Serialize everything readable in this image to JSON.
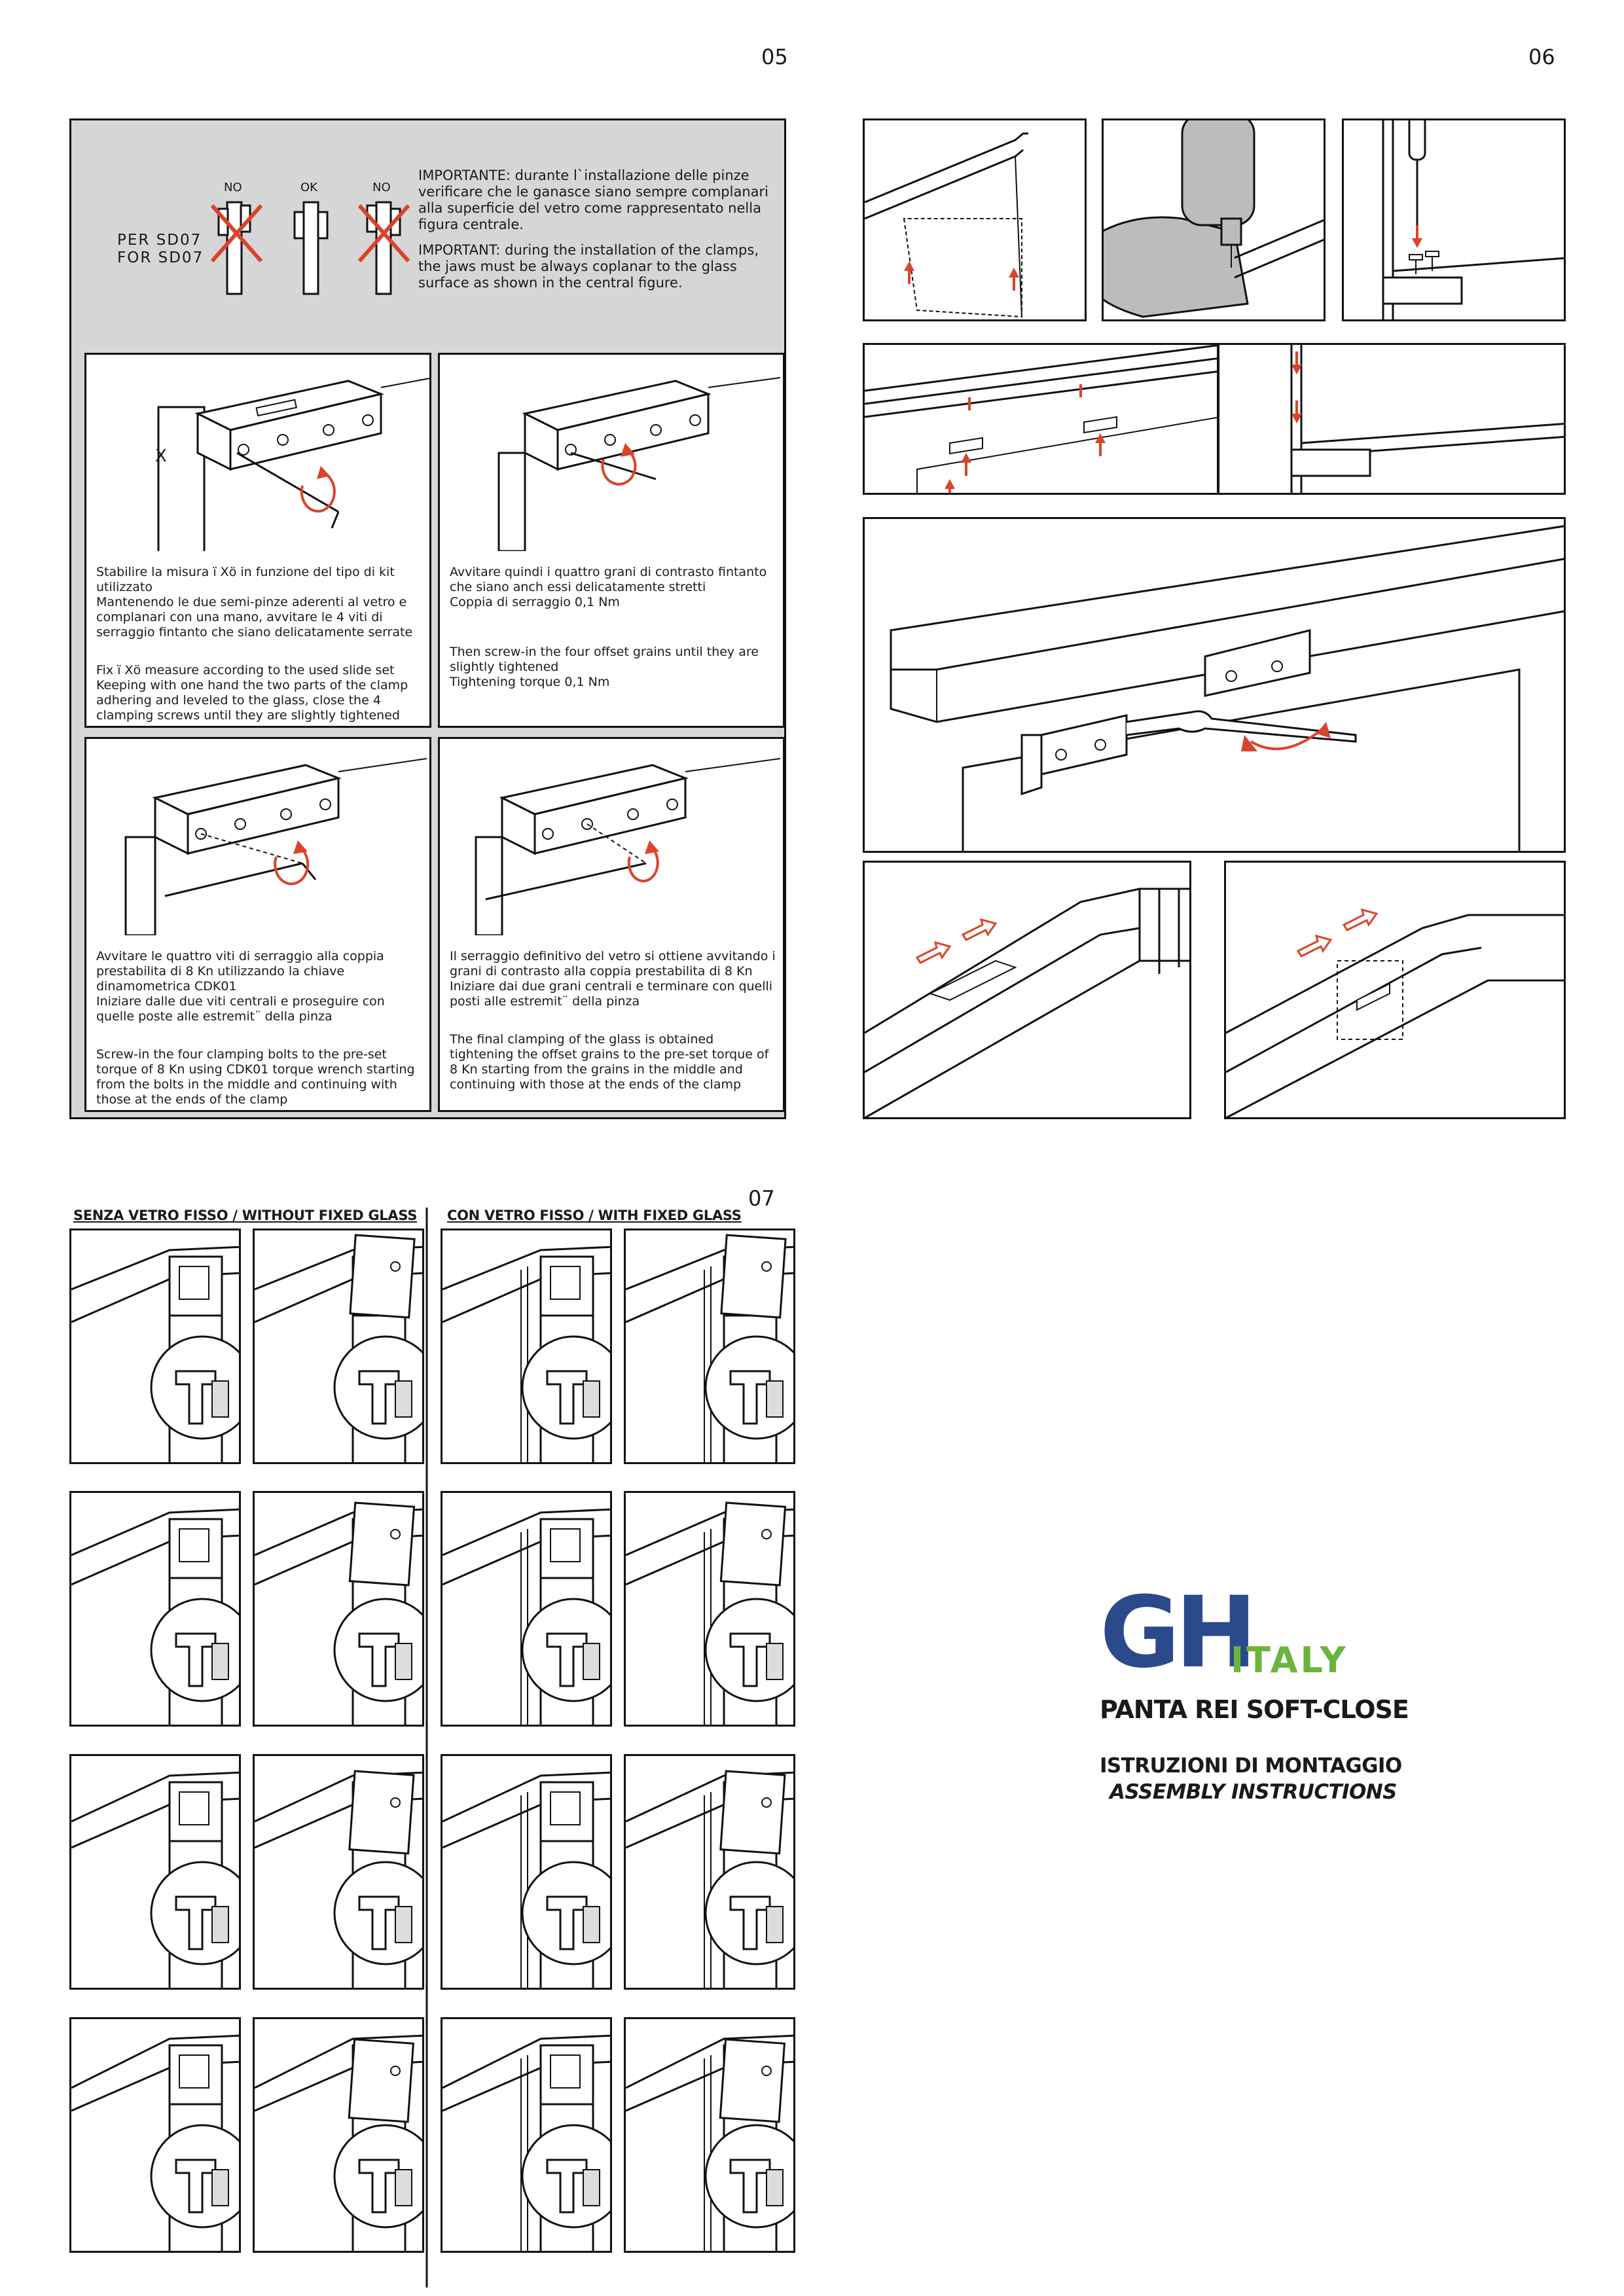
{
  "pages": {
    "p05": "05",
    "p06": "06",
    "p07": "07"
  },
  "important": {
    "per": "PER SD07",
    "for": "FOR SD07",
    "no1": "NO",
    "ok": "OK",
    "no2": "NO",
    "it": "IMPORTANTE: durante l`installazione delle pinze verificare che le ganasce siano sempre complanari alla superficie del vetro come rappresentato nella figura centrale.",
    "en": "IMPORTANT: during the installation of the clamps, the jaws must be always coplanar to the glass surface as shown in the central figure."
  },
  "steps": [
    {
      "it": "Stabilire la misura ï Xö in funzione del tipo di kit utilizzato\nMantenendo le due semi-pinze aderenti al vetro e complanari con una mano, avvitare le 4 viti di serraggio fintanto che siano delicatamente serrate",
      "en": "Fix ï Xö measure according to the used slide set\nKeeping with one hand the two parts of the clamp adhering and leveled to the glass, close the 4 clamping screws until they are slightly tightened",
      "label_x": "X"
    },
    {
      "it": "Avvitare quindi i quattro grani di contrasto fintanto che siano anch essi delicatamente stretti\nCoppia di serraggio 0,1 Nm",
      "en": "Then screw-in the four offset grains until they are slightly tightened\nTightening torque 0,1 Nm"
    },
    {
      "it": "Avvitare le quattro viti di serraggio alla coppia prestabilita di 8 Kn utilizzando la chiave dinamometrica CDK01\nIniziare dalle due viti centrali e proseguire con quelle poste alle estremit¨ della pinza",
      "en": "Screw-in the four clamping bolts to the pre-set torque of 8 Kn using CDK01 torque wrench starting from the bolts in the middle and continuing with those at the ends of the clamp"
    },
    {
      "it": "Il serraggio definitivo del vetro si ottiene avvitando i grani di contrasto alla coppia prestabilita di 8 Kn\nIniziare dai due grani centrali e terminare con quelli posti alle estremit¨ della pinza",
      "en": "The final clamping of the glass is obtained tightening the offset grains to the pre-set torque of 8 Kn starting from the grains in the middle and continuing with those at the ends of the clamp"
    }
  ],
  "section07": {
    "left_header": "SENZA VETRO FISSO / WITHOUT FIXED GLASS",
    "right_header": "CON VETRO FISSO / WITH FIXED GLASS"
  },
  "brand": {
    "gh": "GH",
    "italy": "ITALY",
    "product": "PANTA REI SOFT-CLOSE",
    "instr_it": "ISTRUZIONI DI MONTAGGIO",
    "instr_en": "ASSEMBLY INSTRUCTIONS",
    "colors": {
      "blue": "#2a4a8c",
      "green": "#6db43e",
      "accent": "#d9442b"
    }
  }
}
